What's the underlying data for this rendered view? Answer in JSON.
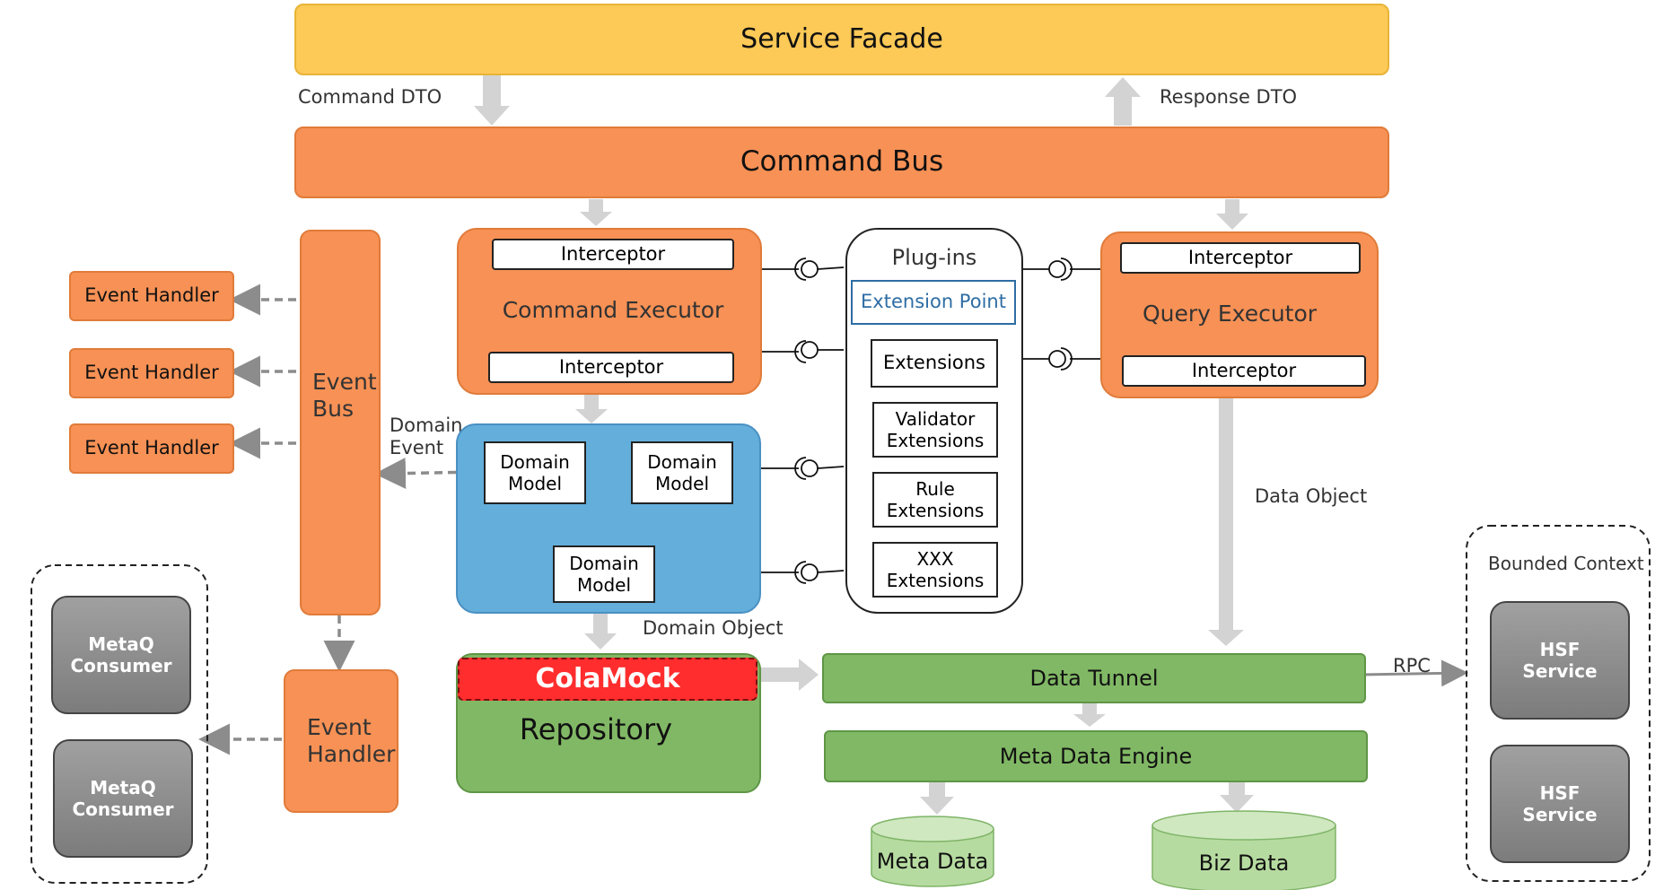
{
  "colors": {
    "facade": "#fdc957",
    "orange": "#f79155",
    "orange_border": "#e07b3a",
    "green": "#81b865",
    "green_border": "#5e9646",
    "blue": "#63aedb",
    "blue_border": "#4a90c2",
    "red": "#ff2d2d",
    "gray_box": "#8f8f8f",
    "cylinder": "#b6dba0",
    "arrow_fill": "#d3d3d3",
    "dashed": "#8c8c8c",
    "extension_point_text": "#2e6da4"
  },
  "service_facade": {
    "label": "Service Facade"
  },
  "labels": {
    "command_dto": "Command DTO",
    "response_dto": "Response DTO",
    "domain_event": "Domain\nEvent",
    "domain_object": "Domain Object",
    "data_object": "Data Object",
    "rpc": "RPC"
  },
  "command_bus": {
    "label": "Command Bus"
  },
  "command_executor": {
    "label": "Command Executor",
    "interceptor_top": "Interceptor",
    "interceptor_bottom": "Interceptor"
  },
  "query_executor": {
    "label": "Query Executor",
    "interceptor_top": "Interceptor",
    "interceptor_bottom": "Interceptor"
  },
  "plugins": {
    "title": "Plug-ins",
    "extension_point": "Extension Point",
    "items": [
      "Extensions",
      "Validator\nExtensions",
      "Rule\nExtensions",
      "XXX\nExtensions"
    ]
  },
  "event_bus": {
    "label": "Event\nBus"
  },
  "event_handlers": [
    "Event Handler",
    "Event Handler",
    "Event Handler"
  ],
  "event_handler_lower": {
    "label": "Event\nHandler"
  },
  "domain_models": [
    "Domain\nModel",
    "Domain\nModel",
    "Domain\nModel"
  ],
  "metaq": [
    "MetaQ\nConsumer",
    "MetaQ\nConsumer"
  ],
  "repository": {
    "label": "Repository",
    "mock": "ColaMock"
  },
  "data_tunnel": {
    "label": "Data Tunnel"
  },
  "meta_data_engine": {
    "label": "Meta Data Engine"
  },
  "storages": [
    "Meta Data",
    "Biz Data"
  ],
  "bounded_context": {
    "title": "Bounded Context",
    "services": [
      "HSF\nService",
      "HSF\nService"
    ]
  }
}
